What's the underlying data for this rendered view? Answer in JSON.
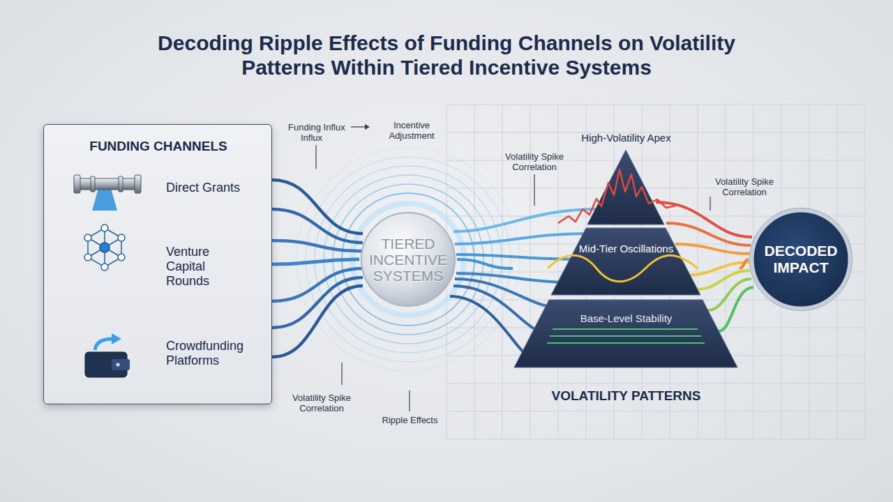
{
  "diagram": {
    "title": "Decoding Ripple Effects of Funding Channels on Volatility Patterns Within Tiered Incentive Systems",
    "nodes": [
      {
        "text": [
          "FUNDING CHANNELS",
          "Direct Grants",
          "Venture Capital Rounds",
          "Crowdfunding Platforms"
        ]
      },
      {
        "text": [
          "TIERED INCENTIVE SYSTEMS"
        ]
      },
      {
        "text": [
          "VOLATILITY PATTERNS"
        ]
      },
      {
        "text": [
          "High-Volatility Apex"
        ],
        "in": 2
      },
      {
        "text": [
          "Mid-Tier Oscillations"
        ],
        "in": 2
      },
      {
        "text": [
          "Base-Level Stability"
        ],
        "in": 2
      },
      {
        "text": [
          "DECODED IMPACT"
        ]
      }
    ],
    "edges": [
      {
        "from": 0,
        "to": 1,
        "arrow": "none"
      },
      {
        "from": 1,
        "to": 2,
        "arrow": "none"
      },
      {
        "from": 2,
        "to": 6,
        "arrow": "none"
      }
    ],
    "labels": [
      "Funding Influx",
      "Influx",
      "Incentive Adjustment",
      "Volatility Spike Correlation",
      "Volatility Spike Correlation",
      "Volatility Spike Correlation",
      "Ripple Effects"
    ]
  }
}
